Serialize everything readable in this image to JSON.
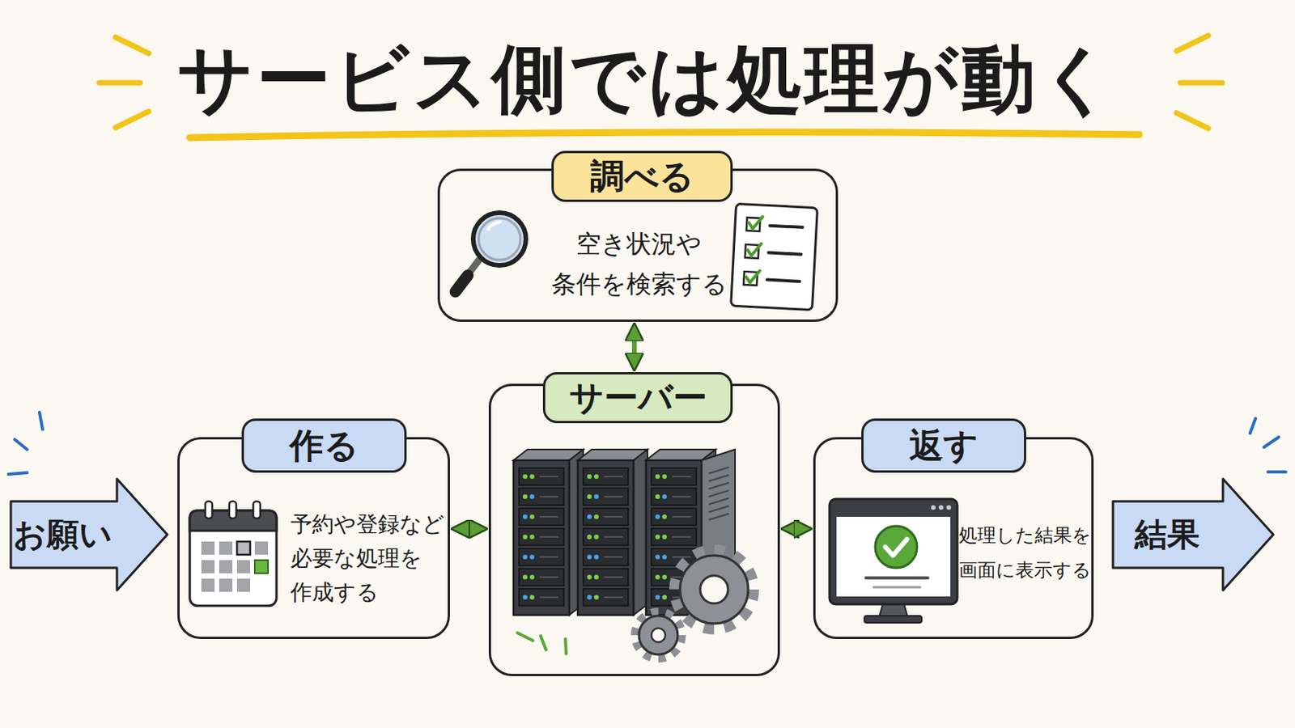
{
  "diagram": {
    "title": "サービス側では処理が動く",
    "nodes": [
      {
        "text": [
          "調べる",
          "空き状況や 条件を検索する"
        ]
      },
      {
        "text": [
          "お願い"
        ]
      },
      {
        "text": [
          "作る",
          "予約や登録など 必要な処理を 作成する"
        ]
      },
      {
        "text": [
          "サーバー"
        ]
      },
      {
        "text": [
          "返す",
          "処理した結果を 画面に表示する"
        ]
      },
      {
        "text": [
          "結果"
        ]
      }
    ],
    "edges": [
      {
        "from": 2,
        "to": 3,
        "arrow": "both"
      },
      {
        "from": 0,
        "to": 3,
        "arrow": "both"
      },
      {
        "from": 3,
        "to": 4,
        "arrow": "both"
      }
    ]
  }
}
